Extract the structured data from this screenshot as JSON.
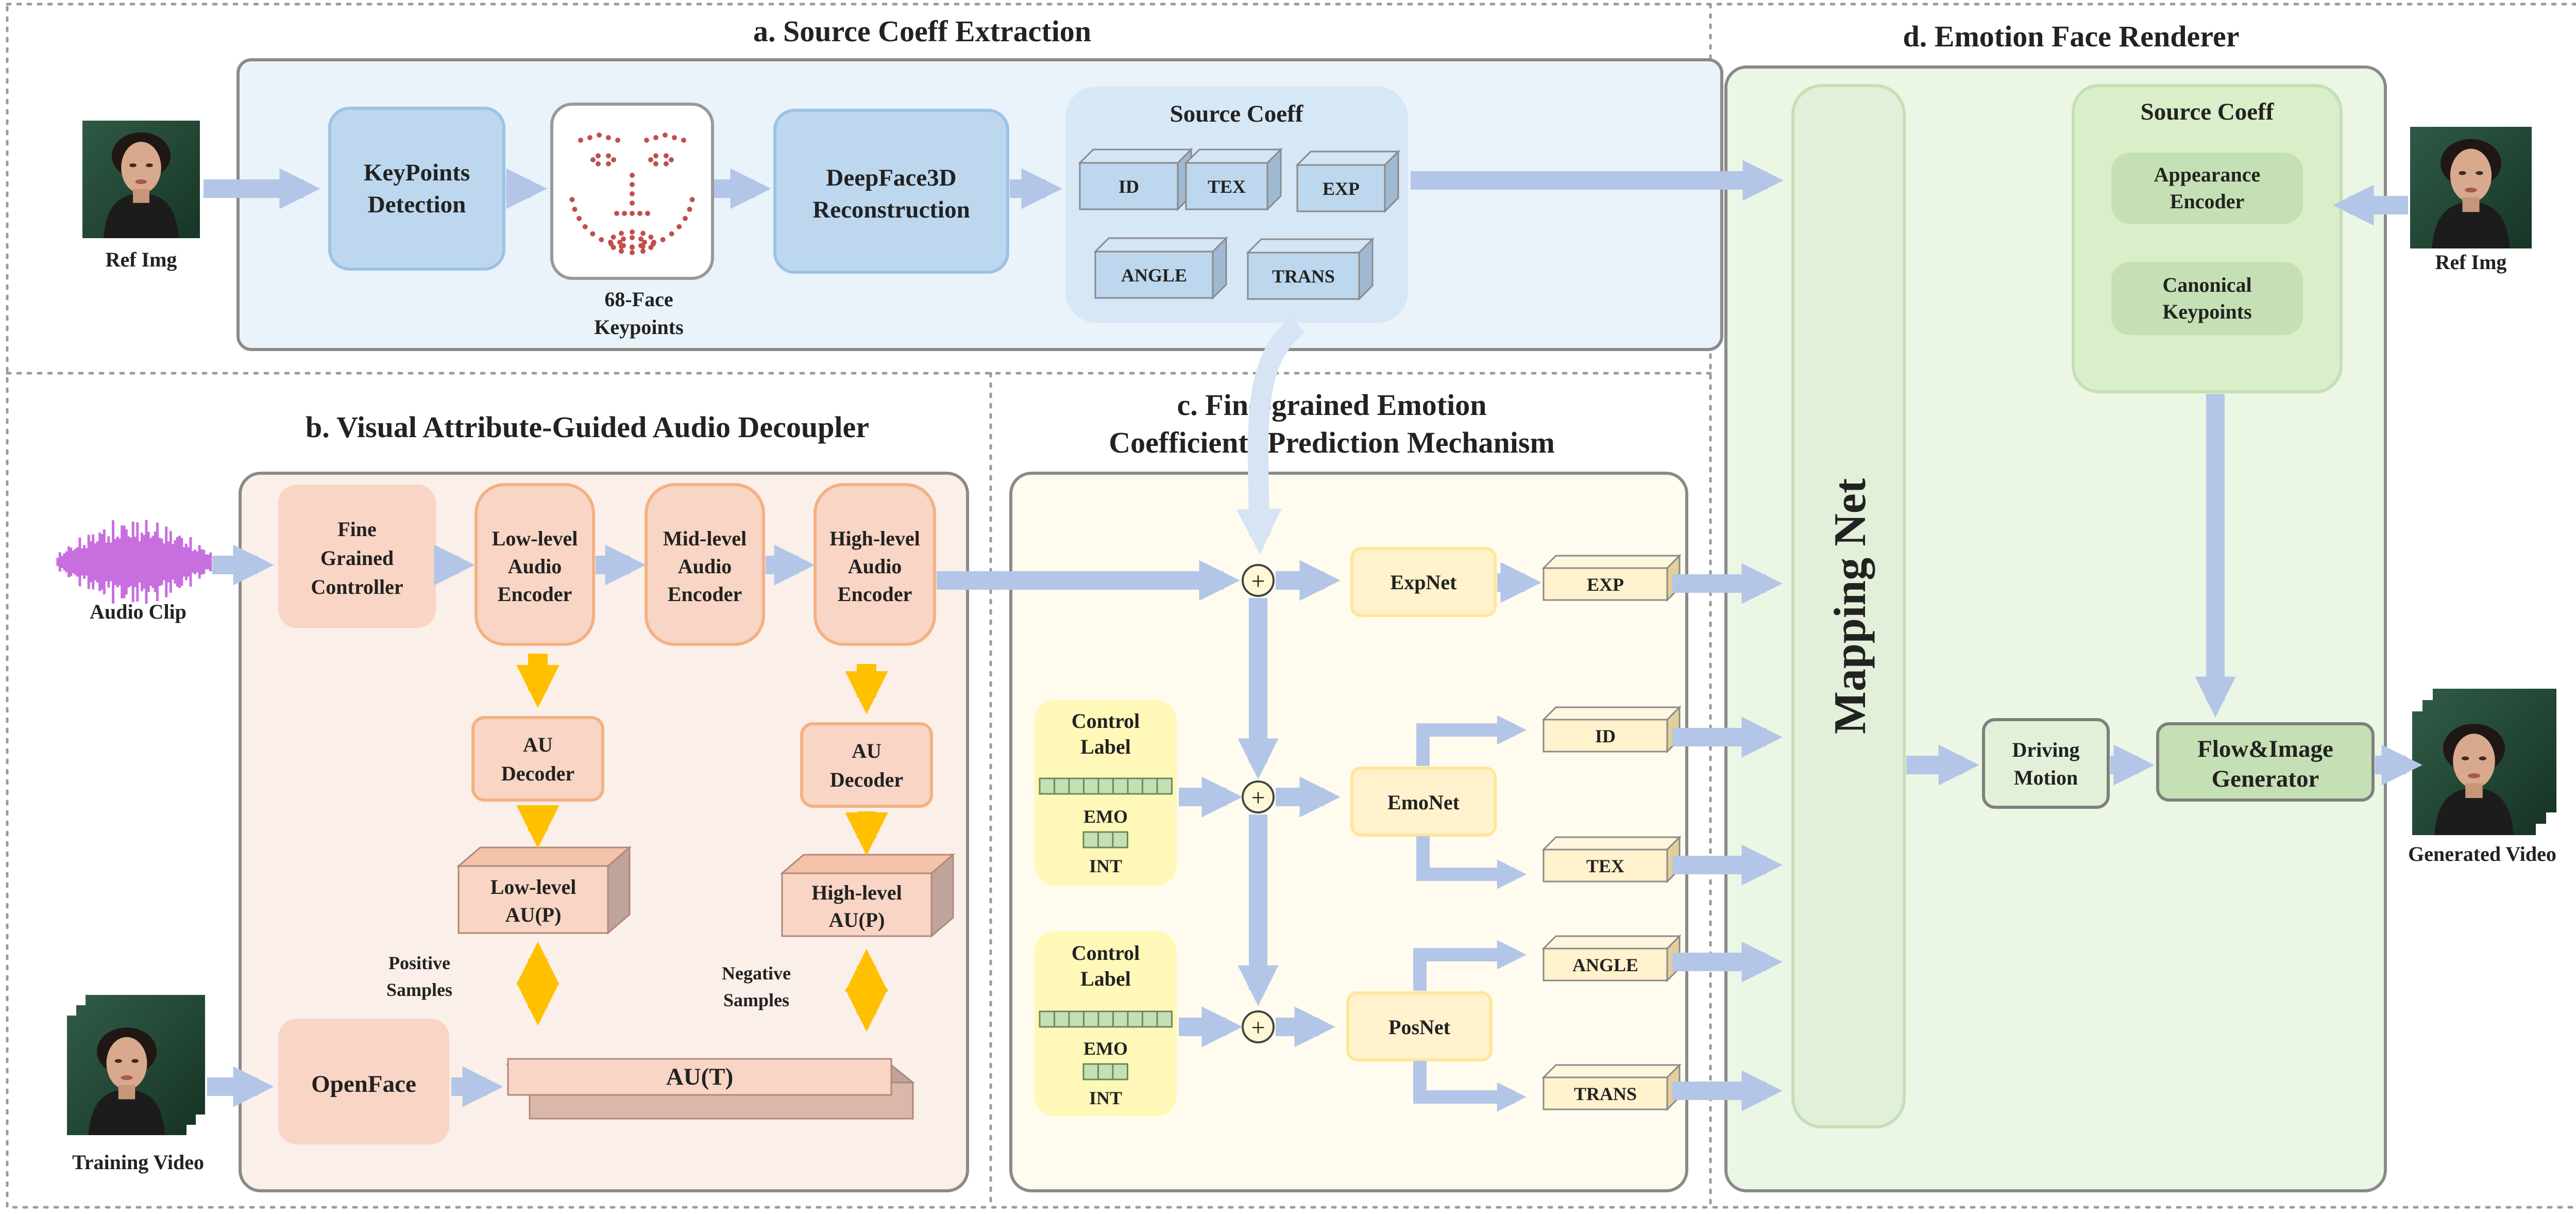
{
  "sections": {
    "a_title": "a. Source Coeff Extraction",
    "b_title": "b. Visual Attribute-Guided Audio Decoupler",
    "c_title_line1": "c. Fine-grained Emotion",
    "c_title_line2": "Coefficients Prediction Mechanism",
    "d_title": "d. Emotion Face Renderer"
  },
  "section_a": {
    "ref_img_label": "Ref Img",
    "keypoints_detection": [
      "KeyPoints",
      "Detection"
    ],
    "face_keypoints_label": [
      "68-Face",
      "Keypoints"
    ],
    "deepface": [
      "DeepFace3D",
      "Reconstruction"
    ],
    "source_coeff_title": "Source Coeff",
    "coeffs": [
      "ID",
      "TEX",
      "EXP",
      "ANGLE",
      "TRANS"
    ]
  },
  "section_b": {
    "audio_clip_label": "Audio Clip",
    "fine_grained_controller": [
      "Fine",
      "Grained",
      "Controller"
    ],
    "low_level_encoder": [
      "Low-level",
      "Audio",
      "Encoder"
    ],
    "mid_level_encoder": [
      "Mid-level",
      "Audio",
      "Encoder"
    ],
    "high_level_encoder": [
      "High-level",
      "Audio",
      "Encoder"
    ],
    "au_decoder_left": [
      "AU",
      "Decoder"
    ],
    "au_decoder_right": [
      "AU",
      "Decoder"
    ],
    "low_level_au": [
      "Low-level",
      "AU(P)"
    ],
    "high_level_au": [
      "High-level",
      "AU(P)"
    ],
    "positive_samples": [
      "Positive",
      "Samples"
    ],
    "negative_samples": [
      "Negative",
      "Samples"
    ],
    "openface": "OpenFace",
    "au_t": "AU(T)",
    "training_video_label": "Training Video"
  },
  "section_c": {
    "control_label": [
      "Control",
      "Label"
    ],
    "emo": "EMO",
    "int": "INT",
    "plus": "+",
    "expnet": "ExpNet",
    "emonet": "EmoNet",
    "posnet": "PosNet",
    "outputs": [
      "EXP",
      "ID",
      "TEX",
      "ANGLE",
      "TRANS"
    ]
  },
  "section_d": {
    "mapping_net": "Mapping Net",
    "source_coeff_title": "Source Coeff",
    "appearance_encoder": [
      "Appearance",
      "Encoder"
    ],
    "canonical_keypoints": [
      "Canonical",
      "Keypoints"
    ],
    "ref_img_label": "Ref Img",
    "driving_motion": [
      "Driving",
      "Motion"
    ],
    "flow_image_generator": [
      "Flow&Image",
      "Generator"
    ],
    "generated_video_label": "Generated Video"
  },
  "colors": {
    "arrow": "#b4c6e7",
    "section_a_fill": "#eaf3fa",
    "node_blue": "#bdd7ee",
    "section_b_fill": "#fbefea",
    "node_peach": "#f8d5c4",
    "node_orange_arrow": "#ffc000",
    "section_c_fill": "#fffcef",
    "node_yellow": "#fff2cc",
    "section_d_fill": "#ebf6e5",
    "node_green": "#c5e0b4",
    "waveform": "#c86fe0"
  }
}
